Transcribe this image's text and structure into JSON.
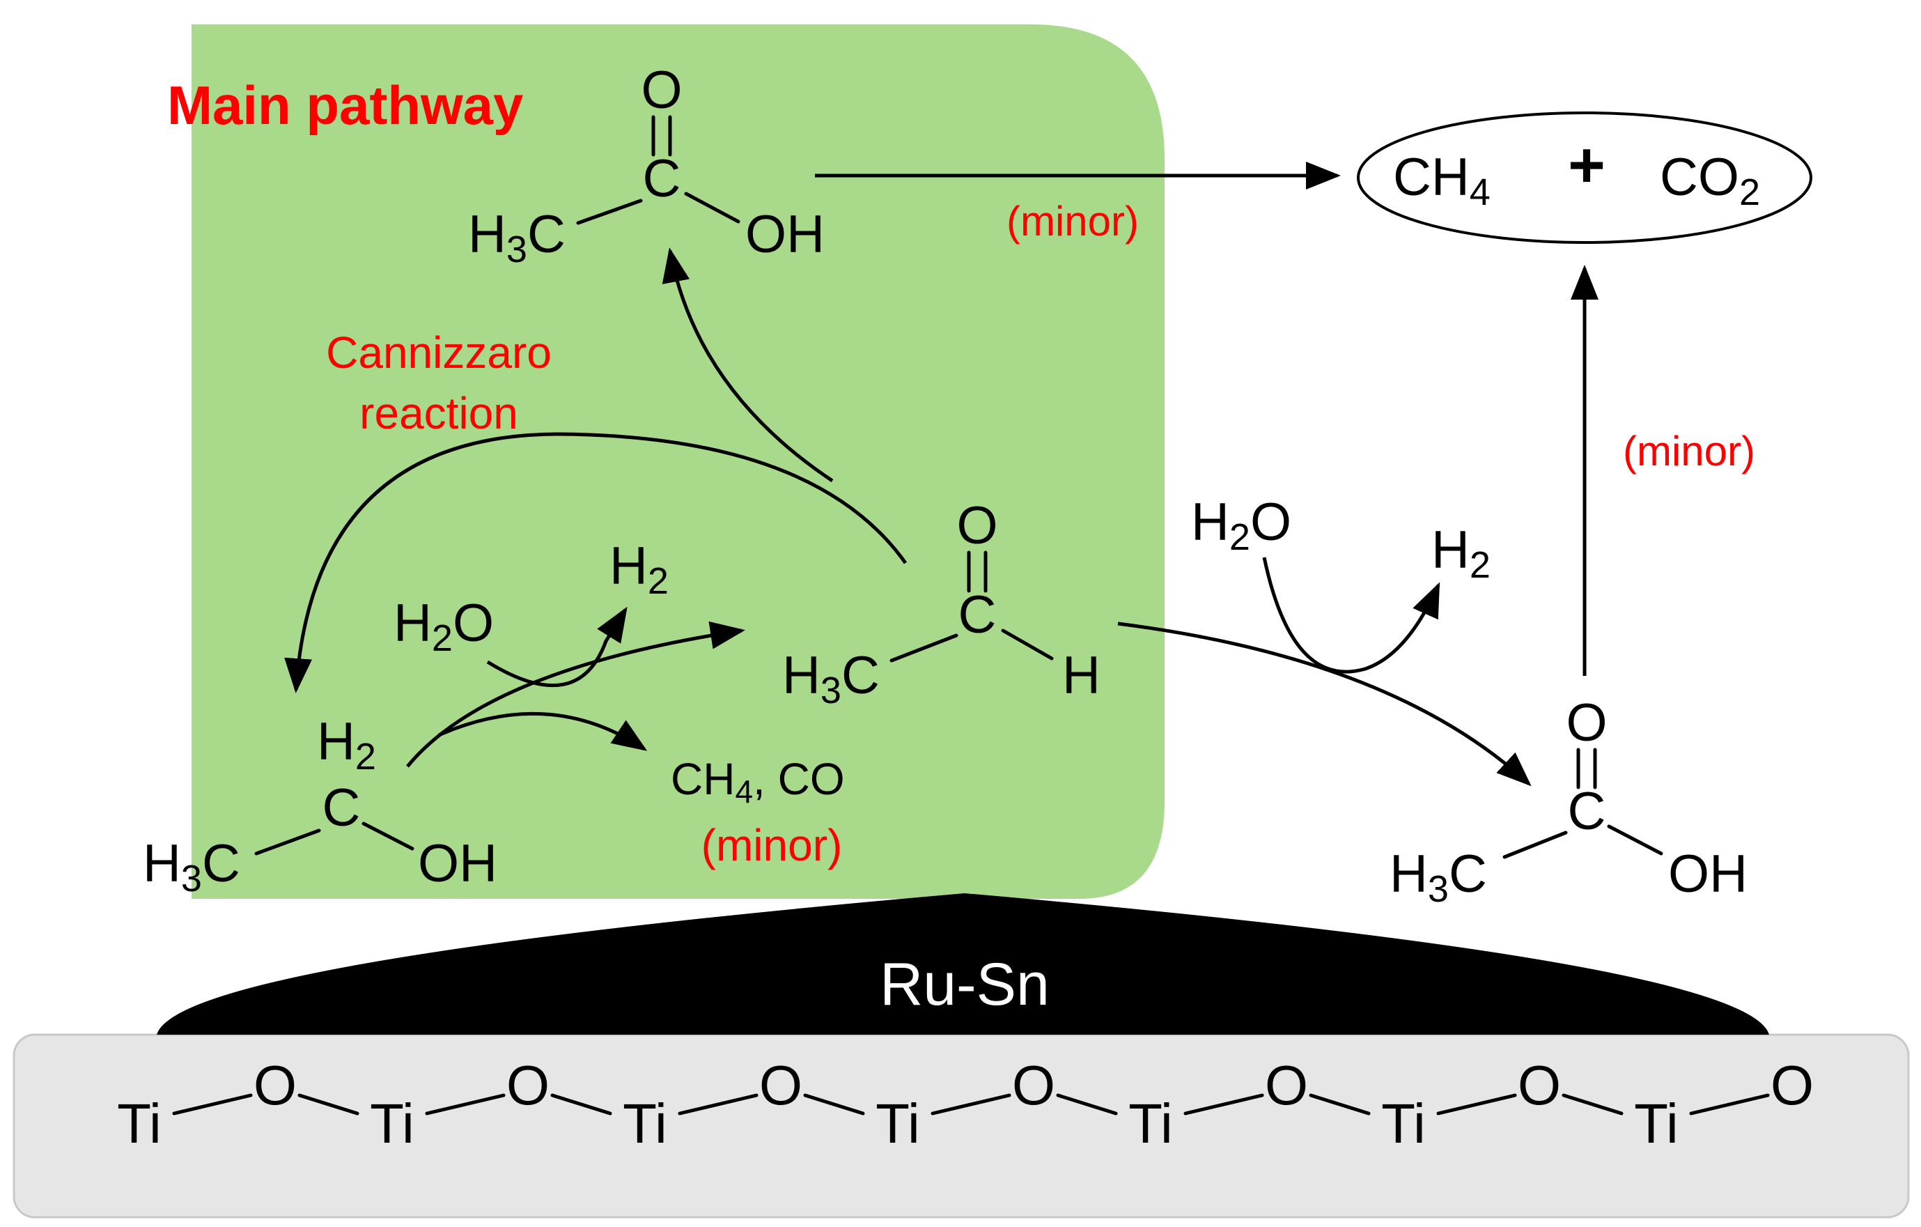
{
  "colors": {
    "pathway_fill": "#a9d98a",
    "support_fill": "#e6e6e6",
    "support_stroke": "#c8c8c8",
    "catalyst_fill": "#000000",
    "label_red": "#ff0000",
    "text": "#000000"
  },
  "labels": {
    "main_pathway": "Main pathway",
    "cannizzaro_line1": "Cannizzaro",
    "cannizzaro_line2": "reaction",
    "minor": "(minor)",
    "catalyst": "Ru-Sn"
  },
  "atoms": {
    "O": "O",
    "C": "C",
    "H": "H",
    "OH": "OH",
    "Ti": "Ti",
    "H_prefix": "H",
    "sub_2": "2",
    "sub_3": "3",
    "sub_4": "4",
    "CH": "CH",
    "CO": "CO",
    "plus": "+",
    "comma_co": ", CO"
  },
  "products": {
    "ch4": "CH",
    "co2": "CO"
  }
}
